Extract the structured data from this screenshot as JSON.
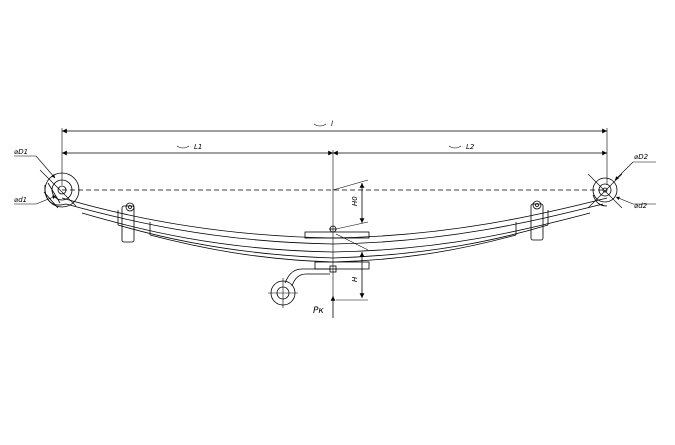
{
  "labels": {
    "l": "l",
    "l1": "L1",
    "l2": "L2",
    "d1_outer": "⌀D1",
    "d1_inner": "⌀d1",
    "d2_outer": "⌀D2",
    "d2_inner": "⌀d2",
    "h0": "H0",
    "h": "H",
    "pk": "Pк"
  }
}
